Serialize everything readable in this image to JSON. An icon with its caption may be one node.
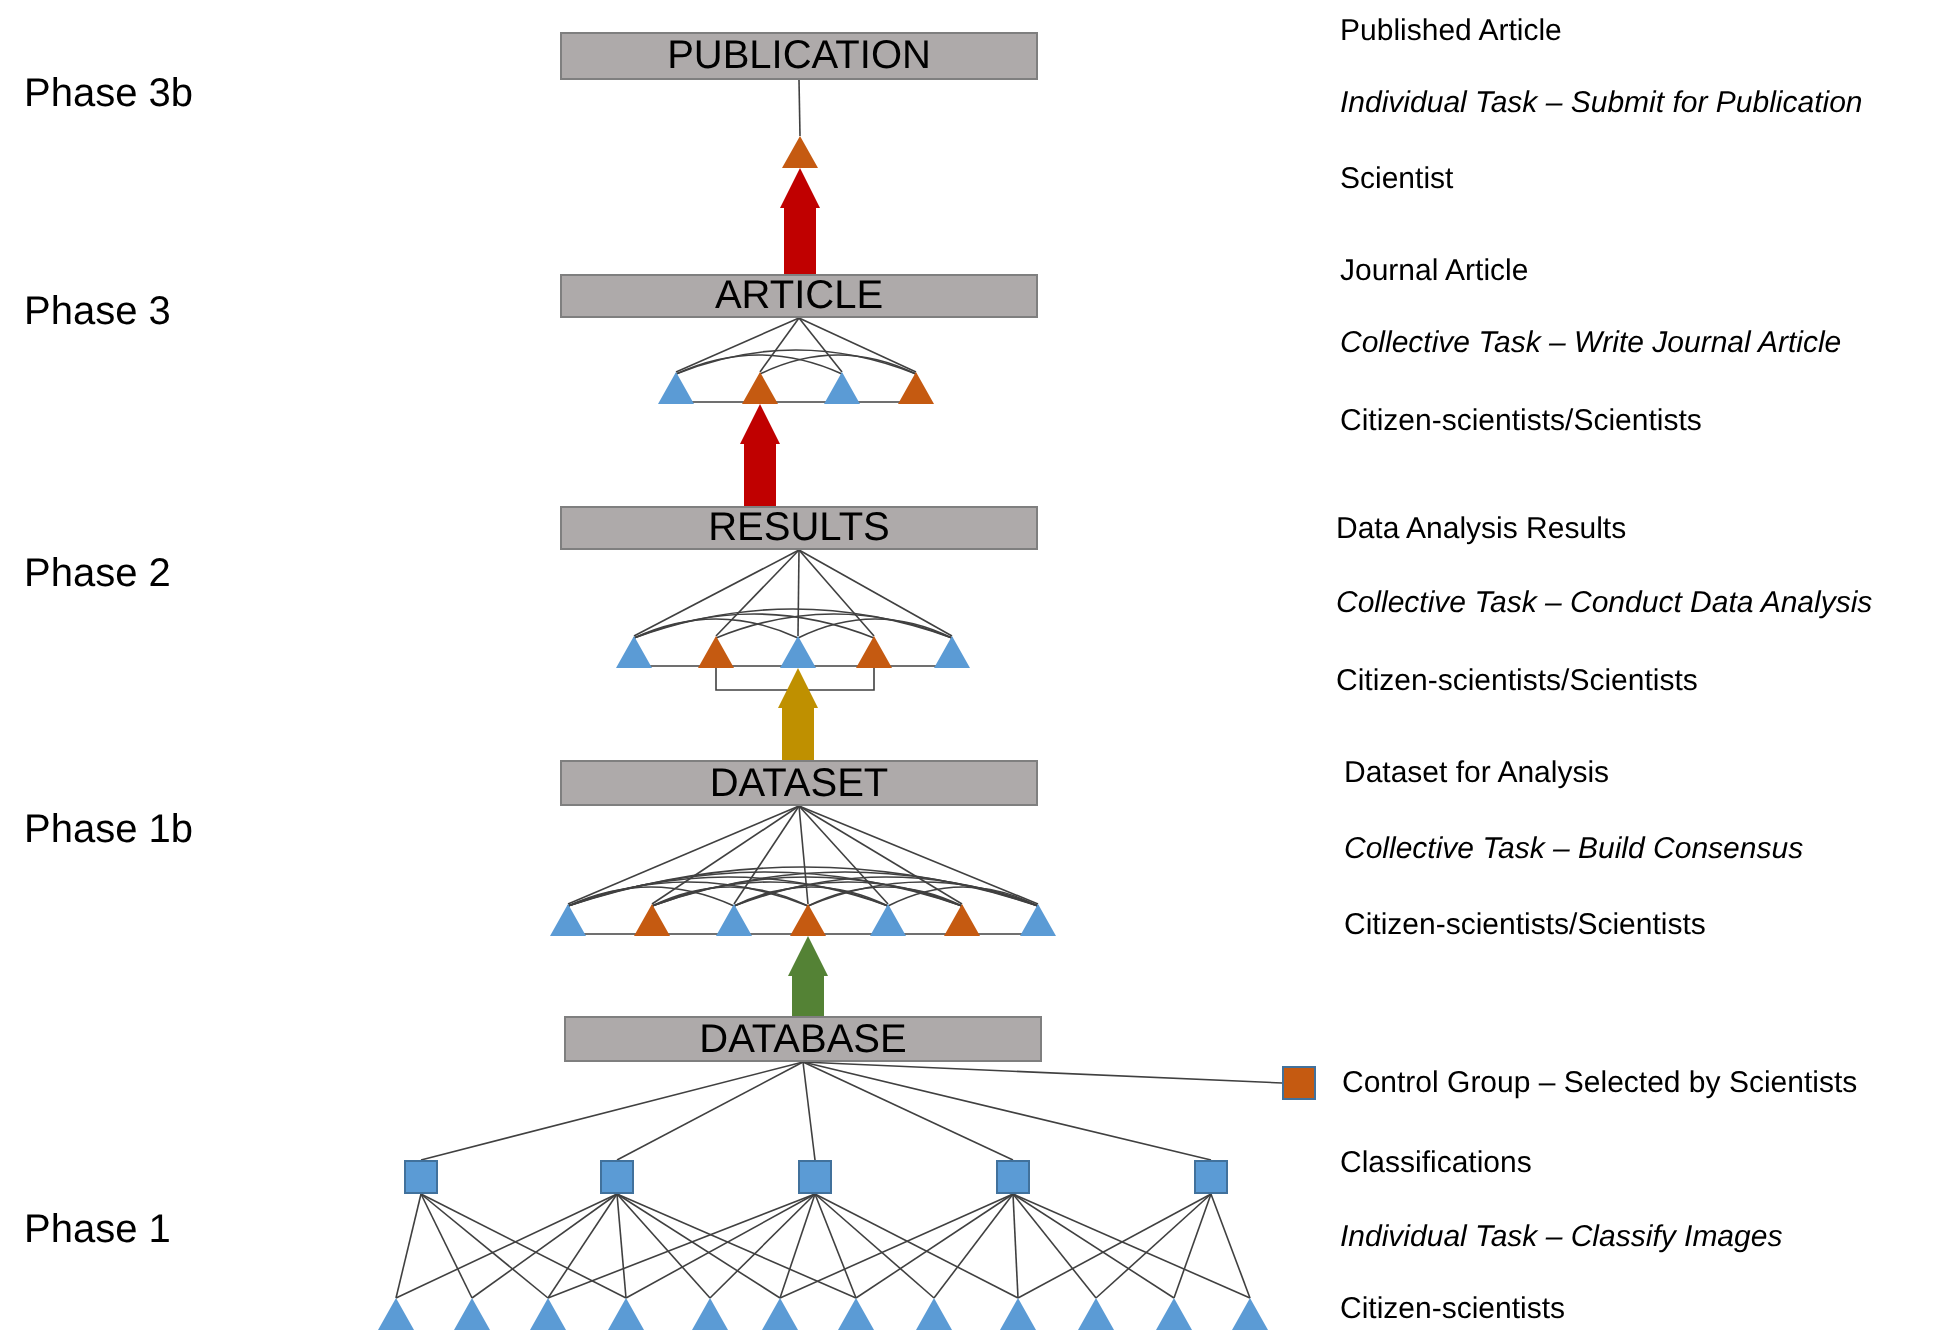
{
  "diagram": {
    "nodes": [
      {
        "text": [
          "PUBLICATION"
        ]
      },
      {
        "text": [],
        "shape": "triangle"
      },
      {
        "text": [
          "ARTICLE"
        ]
      },
      {
        "text": [],
        "shape": "triangle"
      },
      {
        "text": [],
        "shape": "triangle"
      },
      {
        "text": [],
        "shape": "triangle"
      },
      {
        "text": [],
        "shape": "triangle"
      },
      {
        "text": [
          "RESULTS"
        ]
      },
      {
        "text": [],
        "shape": "triangle"
      },
      {
        "text": [],
        "shape": "triangle"
      },
      {
        "text": [],
        "shape": "triangle"
      },
      {
        "text": [],
        "shape": "triangle"
      },
      {
        "text": [],
        "shape": "triangle"
      },
      {
        "text": [
          "DATASET"
        ]
      },
      {
        "text": [],
        "shape": "triangle"
      },
      {
        "text": [],
        "shape": "triangle"
      },
      {
        "text": [],
        "shape": "triangle"
      },
      {
        "text": [],
        "shape": "triangle"
      },
      {
        "text": [],
        "shape": "triangle"
      },
      {
        "text": [],
        "shape": "triangle"
      },
      {
        "text": [],
        "shape": "triangle"
      },
      {
        "text": [
          "DATABASE"
        ]
      },
      {
        "text": [],
        "shape": "box",
        "beside": [
          "Control Group – Selected by Scientists"
        ]
      },
      {
        "text": [],
        "shape": "box"
      },
      {
        "text": [],
        "shape": "box"
      },
      {
        "text": [],
        "shape": "box"
      },
      {
        "text": [],
        "shape": "box"
      },
      {
        "text": [],
        "shape": "box"
      },
      {
        "text": [],
        "shape": "triangle"
      },
      {
        "text": [],
        "shape": "triangle"
      },
      {
        "text": [],
        "shape": "triangle"
      },
      {
        "text": [],
        "shape": "triangle"
      },
      {
        "text": [],
        "shape": "triangle"
      },
      {
        "text": [],
        "shape": "triangle"
      },
      {
        "text": [],
        "shape": "triangle"
      },
      {
        "text": [],
        "shape": "triangle"
      },
      {
        "text": [],
        "shape": "triangle"
      },
      {
        "text": [],
        "shape": "triangle"
      },
      {
        "text": [],
        "shape": "triangle"
      },
      {
        "text": [],
        "shape": "triangle"
      }
    ],
    "edges": [
      {
        "from": 0,
        "to": 1,
        "arrow": "none"
      },
      {
        "from": 2,
        "to": 1,
        "arrow": "to",
        "style": "thick",
        "color": "#c00000"
      },
      {
        "from": 2,
        "to": 3,
        "arrow": "none"
      },
      {
        "from": 2,
        "to": 4,
        "arrow": "none"
      },
      {
        "from": 2,
        "to": 5,
        "arrow": "none"
      },
      {
        "from": 2,
        "to": 6,
        "arrow": "none"
      },
      {
        "from": 3,
        "to": 4,
        "arrow": "none"
      },
      {
        "from": 3,
        "to": 5,
        "arrow": "none"
      },
      {
        "from": 3,
        "to": 6,
        "arrow": "none"
      },
      {
        "from": 4,
        "to": 5,
        "arrow": "none"
      },
      {
        "from": 4,
        "to": 6,
        "arrow": "none"
      },
      {
        "from": 5,
        "to": 6,
        "arrow": "none"
      },
      {
        "from": 7,
        "to": 4,
        "arrow": "to",
        "style": "thick",
        "color": "#c00000"
      },
      {
        "from": 7,
        "to": 8,
        "arrow": "none"
      },
      {
        "from": 7,
        "to": 9,
        "arrow": "none"
      },
      {
        "from": 7,
        "to": 10,
        "arrow": "none"
      },
      {
        "from": 7,
        "to": 11,
        "arrow": "none"
      },
      {
        "from": 7,
        "to": 12,
        "arrow": "none"
      },
      {
        "from": 8,
        "to": 9,
        "arrow": "none"
      },
      {
        "from": 8,
        "to": 10,
        "arrow": "none"
      },
      {
        "from": 8,
        "to": 11,
        "arrow": "none"
      },
      {
        "from": 8,
        "to": 12,
        "arrow": "none"
      },
      {
        "from": 9,
        "to": 10,
        "arrow": "none"
      },
      {
        "from": 9,
        "to": 11,
        "arrow": "none"
      },
      {
        "from": 9,
        "to": 12,
        "arrow": "none"
      },
      {
        "from": 10,
        "to": 11,
        "arrow": "none"
      },
      {
        "from": 10,
        "to": 12,
        "arrow": "none"
      },
      {
        "from": 11,
        "to": 12,
        "arrow": "none"
      },
      {
        "from": 13,
        "to": 10,
        "arrow": "to",
        "style": "thick",
        "color": "#bf9000"
      },
      {
        "from": 13,
        "to": 14,
        "arrow": "none"
      },
      {
        "from": 13,
        "to": 15,
        "arrow": "none"
      },
      {
        "from": 13,
        "to": 16,
        "arrow": "none"
      },
      {
        "from": 13,
        "to": 17,
        "arrow": "none"
      },
      {
        "from": 13,
        "to": 18,
        "arrow": "none"
      },
      {
        "from": 13,
        "to": 19,
        "arrow": "none"
      },
      {
        "from": 13,
        "to": 20,
        "arrow": "none"
      },
      {
        "from": 14,
        "to": 15,
        "arrow": "none"
      },
      {
        "from": 14,
        "to": 16,
        "arrow": "none"
      },
      {
        "from": 14,
        "to": 17,
        "arrow": "none"
      },
      {
        "from": 14,
        "to": 18,
        "arrow": "none"
      },
      {
        "from": 14,
        "to": 19,
        "arrow": "none"
      },
      {
        "from": 14,
        "to": 20,
        "arrow": "none"
      },
      {
        "from": 15,
        "to": 16,
        "arrow": "none"
      },
      {
        "from": 15,
        "to": 17,
        "arrow": "none"
      },
      {
        "from": 15,
        "to": 18,
        "arrow": "none"
      },
      {
        "from": 15,
        "to": 19,
        "arrow": "none"
      },
      {
        "from": 15,
        "to": 20,
        "arrow": "none"
      },
      {
        "from": 16,
        "to": 17,
        "arrow": "none"
      },
      {
        "from": 16,
        "to": 18,
        "arrow": "none"
      },
      {
        "from": 16,
        "to": 19,
        "arrow": "none"
      },
      {
        "from": 16,
        "to": 20,
        "arrow": "none"
      },
      {
        "from": 17,
        "to": 18,
        "arrow": "none"
      },
      {
        "from": 17,
        "to": 19,
        "arrow": "none"
      },
      {
        "from": 17,
        "to": 20,
        "arrow": "none"
      },
      {
        "from": 18,
        "to": 19,
        "arrow": "none"
      },
      {
        "from": 18,
        "to": 20,
        "arrow": "none"
      },
      {
        "from": 19,
        "to": 20,
        "arrow": "none"
      },
      {
        "from": 21,
        "to": 17,
        "arrow": "to",
        "style": "thick",
        "color": "#548235"
      },
      {
        "from": 21,
        "to": 22,
        "arrow": "none"
      },
      {
        "from": 21,
        "to": 23,
        "arrow": "none"
      },
      {
        "from": 21,
        "to": 24,
        "arrow": "none"
      },
      {
        "from": 21,
        "to": 25,
        "arrow": "none"
      },
      {
        "from": 21,
        "to": 26,
        "arrow": "none"
      },
      {
        "from": 21,
        "to": 27,
        "arrow": "none"
      },
      {
        "from": 23,
        "to": 28,
        "arrow": "none"
      },
      {
        "from": 23,
        "to": 29,
        "arrow": "none"
      },
      {
        "from": 23,
        "to": 30,
        "arrow": "none"
      },
      {
        "from": 23,
        "to": 31,
        "arrow": "none"
      },
      {
        "from": 24,
        "to": 28,
        "arrow": "none"
      },
      {
        "from": 24,
        "to": 29,
        "arrow": "none"
      },
      {
        "from": 24,
        "to": 30,
        "arrow": "none"
      },
      {
        "from": 24,
        "to": 31,
        "arrow": "none"
      },
      {
        "from": 24,
        "to": 32,
        "arrow": "none"
      },
      {
        "from": 24,
        "to": 33,
        "arrow": "none"
      },
      {
        "from": 24,
        "to": 34,
        "arrow": "none"
      },
      {
        "from": 25,
        "to": 30,
        "arrow": "none"
      },
      {
        "from": 25,
        "to": 31,
        "arrow": "none"
      },
      {
        "from": 25,
        "to": 32,
        "arrow": "none"
      },
      {
        "from": 25,
        "to": 33,
        "arrow": "none"
      },
      {
        "from": 25,
        "to": 34,
        "arrow": "none"
      },
      {
        "from": 25,
        "to": 35,
        "arrow": "none"
      },
      {
        "from": 25,
        "to": 36,
        "arrow": "none"
      },
      {
        "from": 26,
        "to": 33,
        "arrow": "none"
      },
      {
        "from": 26,
        "to": 34,
        "arrow": "none"
      },
      {
        "from": 26,
        "to": 35,
        "arrow": "none"
      },
      {
        "from": 26,
        "to": 36,
        "arrow": "none"
      },
      {
        "from": 26,
        "to": 37,
        "arrow": "none"
      },
      {
        "from": 26,
        "to": 38,
        "arrow": "none"
      },
      {
        "from": 26,
        "to": 39,
        "arrow": "none"
      },
      {
        "from": 27,
        "to": 36,
        "arrow": "none"
      },
      {
        "from": 27,
        "to": 37,
        "arrow": "none"
      },
      {
        "from": 27,
        "to": 38,
        "arrow": "none"
      },
      {
        "from": 27,
        "to": 39,
        "arrow": "none"
      }
    ],
    "labels": [
      "Published Article",
      "Phase 3b",
      "Individual Task – Submit for Publication",
      "Scientist",
      "Journal Article",
      "Phase 3",
      "Collective Task – Write Journal Article",
      "Citizen-scientists/Scientists",
      "Data Analysis Results",
      "Phase 2",
      "Collective Task – Conduct Data Analysis",
      "Citizen-scientists/Scientists",
      "Dataset for Analysis",
      "Phase 1b",
      "Collective Task – Build Consensus",
      "Citizen-scientists/Scientists",
      "Classifications",
      "Phase 1",
      "Individual Task – Classify Images",
      "Citizen-scientists"
    ]
  }
}
